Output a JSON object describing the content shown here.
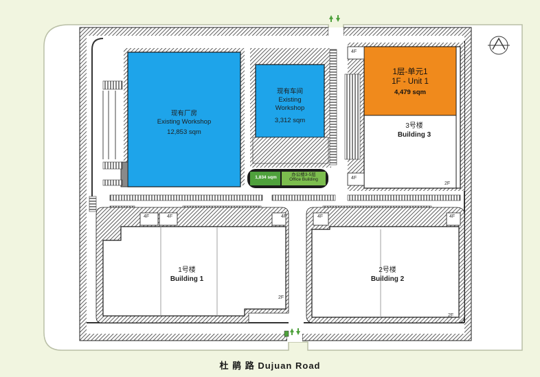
{
  "colors": {
    "background": "#f1f5e0",
    "site_wall": "#2d2d2d",
    "site_ground": "#ffffff",
    "existing_workshop": "#1ea4ea",
    "unit_available": "#f08a1c",
    "office_building": "#4fa13c",
    "roof_outline": "#222222"
  },
  "icons": [
    "north-arrow-icon",
    "entrance-arrow-icon"
  ],
  "buildings": {
    "existing_workshop_large": {
      "name_cn": "现有厂房",
      "name_en": "Existing Workshop",
      "area": "12,853 sqm"
    },
    "existing_workshop_small": {
      "name_cn": "现有车间",
      "name_en": "Existing",
      "name_en_2": "Workshop",
      "area": "3,312 sqm"
    },
    "building_3": {
      "unit_cn": "1层-单元1",
      "unit_en": "1F - Unit 1",
      "unit_area": "4,479 sqm",
      "name_cn": "3号楼",
      "name_en": "Building 3",
      "floor_top": "4F",
      "floor_bottom": "4F",
      "floor_side": "2F"
    },
    "office_building": {
      "area": "1,834 sqm",
      "name_cn": "办公楼3-5层",
      "name_en": "Office Building"
    },
    "building_1": {
      "name_cn": "1号楼",
      "name_en": "Building 1",
      "floor_a": "4F",
      "floor_b": "4F",
      "floor_c": "4F",
      "floor_side": "2F"
    },
    "building_2": {
      "name_cn": "2号楼",
      "name_en": "Building 2",
      "floor_a": "4F",
      "floor_b": "4F",
      "floor_side": "2F"
    }
  },
  "road": {
    "name": "杜 鹃 路   Dujuan Road"
  }
}
